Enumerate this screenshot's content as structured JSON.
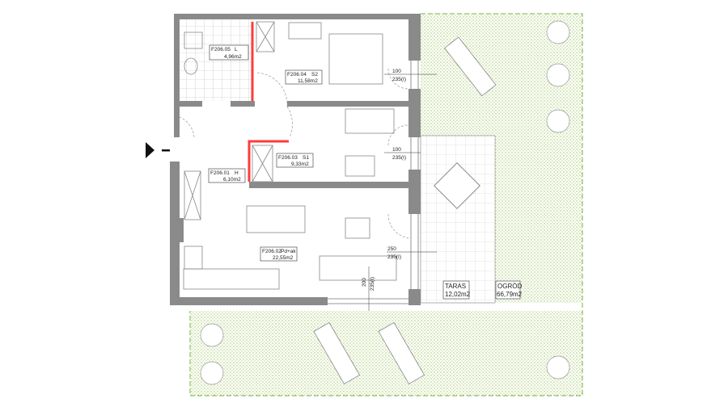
{
  "plan": {
    "rooms": [
      {
        "id": "F206.05",
        "name": "L",
        "area": "4,96m2"
      },
      {
        "id": "F206.04",
        "name": "S2",
        "area": "11,58m2"
      },
      {
        "id": "F206.03",
        "name": "S1",
        "area": "9,33m2"
      },
      {
        "id": "F206.01",
        "name": "H",
        "area": "6,10m2"
      },
      {
        "id": "F206.02",
        "name": "Pd+ak",
        "area": "22,55m2"
      }
    ],
    "terrace": {
      "name": "TARAS",
      "area": "12,02m2"
    },
    "garden": {
      "name": "OGRÓD",
      "area": "66,79m2"
    },
    "dimensions": [
      {
        "width": "100",
        "height": "235(I)"
      },
      {
        "width": "100",
        "height": "235(I)"
      },
      {
        "width": "250",
        "height": "235(I)"
      },
      {
        "width": "200",
        "height": "235(I)"
      }
    ],
    "colors": {
      "wall": "#8a8a8a",
      "highlight": "#ff3b3b",
      "garden": "#9cc25a"
    }
  }
}
